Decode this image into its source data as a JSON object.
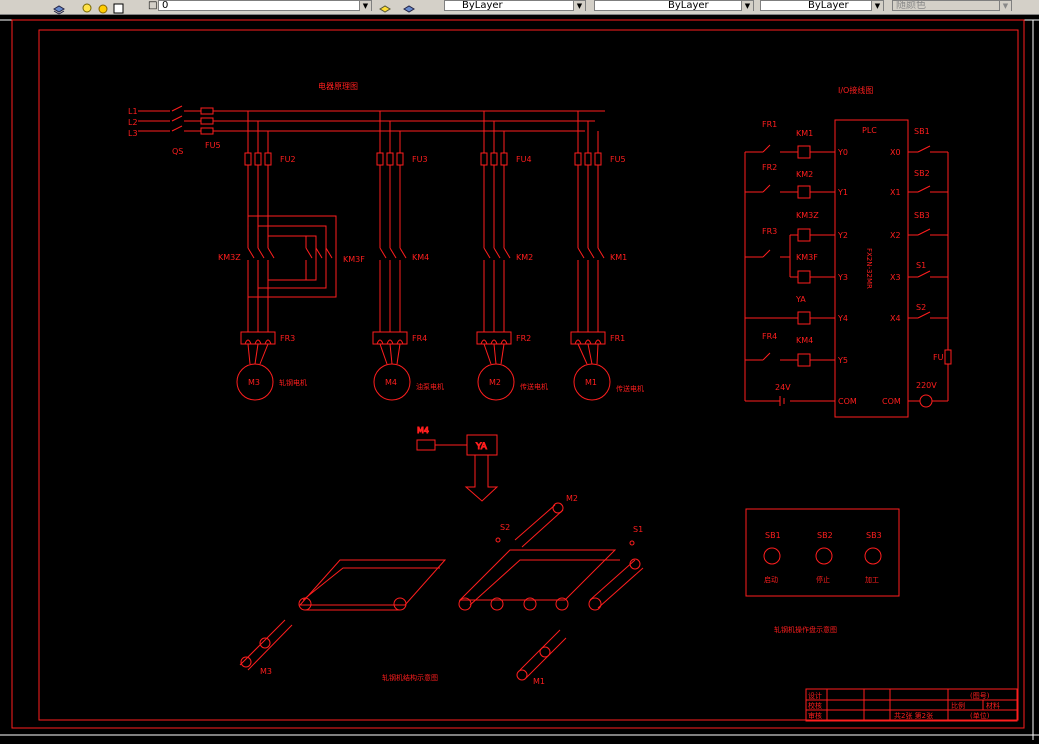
{
  "toolbar": {
    "layer_value": "0",
    "color_value": "ByLayer",
    "linetype_value": "ByLayer",
    "lineweight_value": "ByLayer",
    "plotstyle_value": "随颜色"
  },
  "drawing": {
    "circuit_title": "电器原理图",
    "io_title": "I/O接线图",
    "mechanism_title": "轧钢机结构示意图",
    "panel_title": "轧钢机操作盘示意图",
    "lines": [
      "L1",
      "L2",
      "L3"
    ],
    "qs": "QS",
    "fu_main": "FU5",
    "branches": [
      {
        "fuse": "FU2",
        "contactor": "KM3Z",
        "contactor2": "KM3F",
        "relay": "FR3",
        "motor": "M3",
        "motor_desc": "轧钢电机"
      },
      {
        "fuse": "FU3",
        "contactor": "KM4",
        "relay": "FR4",
        "motor": "M4",
        "motor_desc": "油泵电机"
      },
      {
        "fuse": "FU4",
        "contactor": "KM2",
        "relay": "FR2",
        "motor": "M2",
        "motor_desc": "传送电机"
      },
      {
        "fuse": "FU5",
        "contactor": "KM1",
        "relay": "FR1",
        "motor": "M1",
        "motor_desc": "传送电机"
      }
    ],
    "plc": {
      "title": "PLC",
      "model": "FX2N-32MR",
      "outputs": [
        "Y0",
        "Y1",
        "Y2",
        "Y3",
        "Y4",
        "Y5",
        "COM"
      ],
      "inputs": [
        "X0",
        "X1",
        "X2",
        "X3",
        "X4",
        "COM"
      ],
      "out_contacts": [
        "FR1",
        "FR2",
        "FR3",
        "FR4"
      ],
      "coils": [
        "KM1",
        "KM2",
        "KM3Z",
        "KM3F",
        "YA",
        "KM4"
      ],
      "switches": [
        "SB1",
        "SB2",
        "SB3",
        "S1",
        "S2"
      ],
      "fu": "FU",
      "v24": "24V",
      "v220": "220V"
    },
    "valve": {
      "motor": "M4",
      "label": "YA"
    },
    "mech_labels": [
      "M2",
      "S2",
      "S1",
      "M3",
      "M1"
    ],
    "panel_buttons": [
      {
        "id": "SB1",
        "label": "启动"
      },
      {
        "id": "SB2",
        "label": "停止"
      },
      {
        "id": "SB3",
        "label": "加工"
      }
    ],
    "title_block": {
      "design": "设计",
      "check": "校核",
      "review": "审核",
      "drawing_no": "(图号)",
      "scale": "比例",
      "material": "材料",
      "sheets": "共2张  第2张",
      "unit": "(单位)"
    }
  }
}
